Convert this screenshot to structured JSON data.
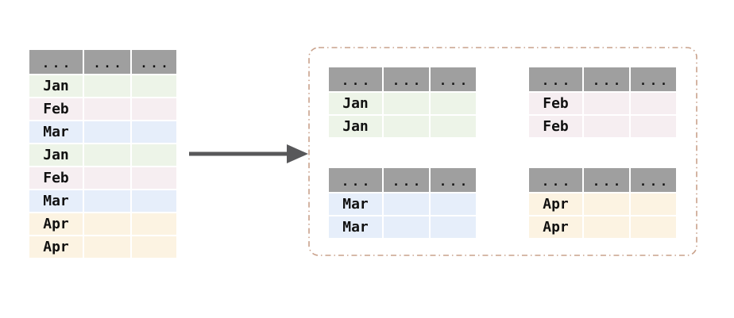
{
  "palette": {
    "header_bg": "#9f9f9f",
    "jan_bg": "#edf4e8",
    "feb_bg": "#f6eef1",
    "mar_bg": "#e6eefa",
    "apr_bg": "#fcf3e2",
    "text": "#111111",
    "arrow": "#58585a",
    "panel_border": "#c9a28c",
    "background": "#ffffff"
  },
  "source_table": {
    "header": [
      "...",
      "...",
      "..."
    ],
    "rows": [
      "Jan",
      "Feb",
      "Mar",
      "Jan",
      "Feb",
      "Mar",
      "Apr",
      "Apr"
    ]
  },
  "groups": [
    {
      "header": [
        "...",
        "...",
        "..."
      ],
      "rows": [
        "Jan",
        "Jan"
      ]
    },
    {
      "header": [
        "...",
        "...",
        "..."
      ],
      "rows": [
        "Feb",
        "Feb"
      ]
    },
    {
      "header": [
        "...",
        "...",
        "..."
      ],
      "rows": [
        "Mar",
        "Mar"
      ]
    },
    {
      "header": [
        "...",
        "...",
        "..."
      ],
      "rows": [
        "Apr",
        "Apr"
      ]
    }
  ]
}
